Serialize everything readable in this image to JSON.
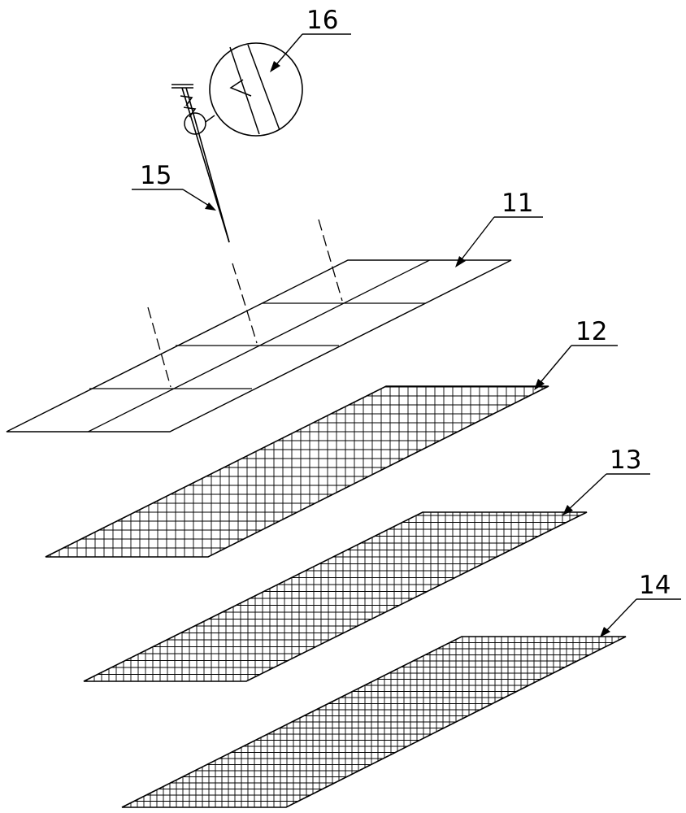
{
  "figure": {
    "labels": {
      "top_sheet": "11",
      "mesh_layer_1": "12",
      "mesh_layer_2": "13",
      "mesh_layer_3": "14",
      "nail": "15",
      "barb_detail": "16"
    },
    "colors": {
      "line": "#000000",
      "background": "#ffffff"
    }
  }
}
